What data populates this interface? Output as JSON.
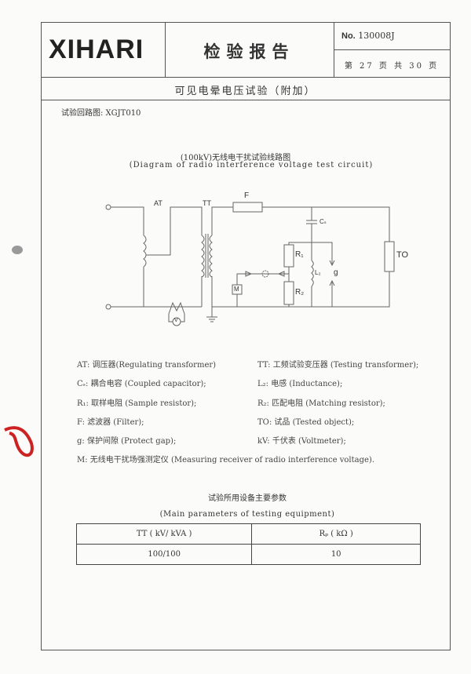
{
  "header": {
    "logo": "XIHARI",
    "title": "检验报告",
    "report_no_label": "No.",
    "report_no": "130008J",
    "page_info": "第 27 页 共 30 页"
  },
  "section_title": "可见电晕电压试验（附加）",
  "circuit_ref": "试验回路图: XGJT010",
  "diagram": {
    "title_cn": "(100kV)无线电干扰试验线路图",
    "title_en": "(Diagram of radio interference voltage test circuit)",
    "labels": {
      "at": "AT",
      "tt": "TT",
      "f": "F",
      "cs": "Cₛ",
      "r1": "R₁",
      "r2": "R₂",
      "l2": "L₂",
      "g": "g",
      "m": "M",
      "to": "TO",
      "v": "V"
    }
  },
  "legend": [
    [
      "AT: 调压器(Regulating transformer)",
      "TT: 工频试验变压器 (Testing transformer);"
    ],
    [
      "Cₛ: 耦合电容 (Coupled capacitor);",
      "L₂: 电感 (Inductance);"
    ],
    [
      "R₁: 取样电阻 (Sample resistor);",
      "R₂: 匹配电阻 (Matching resistor);"
    ],
    [
      "F: 滤波器 (Filter);",
      "TO: 试品 (Tested object);"
    ],
    [
      "g: 保护间隙 (Protect gap);",
      "kV: 千伏表 (Voltmeter);"
    ]
  ],
  "legend_m": "M: 无线电干扰场强测定仪 (Measuring receiver of radio interference voltage).",
  "params": {
    "title_cn": "试验所用设备主要参数",
    "title_en": "(Main parameters of testing equipment)",
    "headers": [
      "TT ( kV/ kVA )",
      "Rₚ ( kΩ )"
    ],
    "row": [
      "100/100",
      "10"
    ]
  }
}
